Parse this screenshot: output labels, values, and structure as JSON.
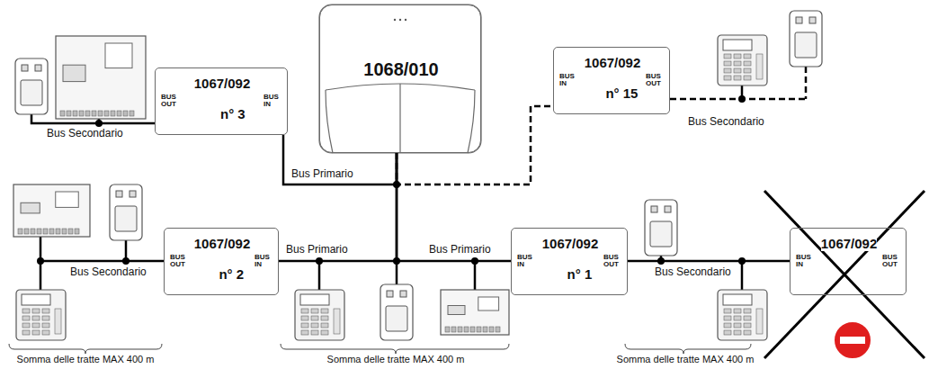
{
  "diagram": {
    "nodes": [
      {
        "text": [
          "1068/010"
        ]
      },
      {
        "text": [
          "1067/092",
          "n° 3",
          "BUS OUT",
          "BUS IN"
        ]
      },
      {
        "text": [
          "1067/092",
          "n° 15",
          "BUS IN",
          "BUS OUT"
        ]
      },
      {
        "text": [
          "1067/092",
          "n° 2",
          "BUS OUT",
          "BUS IN"
        ]
      },
      {
        "text": [
          "1067/092",
          "n° 1",
          "BUS IN",
          "BUS OUT"
        ]
      },
      {
        "text": [
          "1067/092",
          "BUS IN",
          "BUS OUT"
        ]
      }
    ],
    "edges": [
      {
        "from": 0,
        "to": 1,
        "arrow": "none"
      },
      {
        "from": 0,
        "to": 2,
        "arrow": "none"
      },
      {
        "from": 0,
        "to": 3,
        "arrow": "none"
      },
      {
        "from": 0,
        "to": 4,
        "arrow": "none"
      },
      {
        "from": 4,
        "to": 5,
        "arrow": "none"
      }
    ],
    "labels": [
      "Bus Secondario",
      "Bus Secondario",
      "Bus Primario",
      "Bus Primario",
      "Bus Primario",
      "Bus Secondario",
      "Bus Secondario",
      "Somma delle tratte MAX 400 m",
      "Somma delle tratte MAX 400 m",
      "Somma delle tratte MAX 400 m"
    ]
  }
}
